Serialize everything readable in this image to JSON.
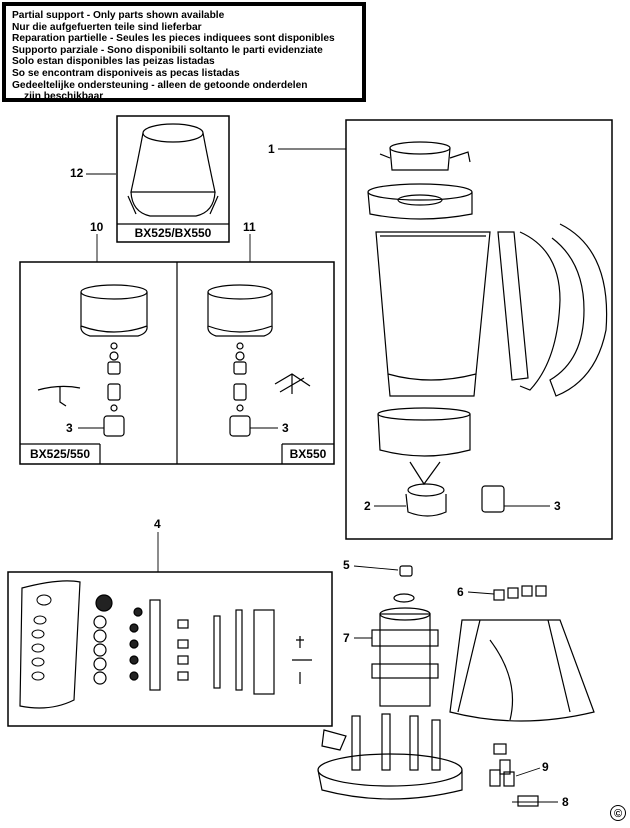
{
  "notice": {
    "lines": [
      "Partial support - Only parts shown available",
      "Nur die aufgefuerten teile sind lieferbar",
      "Reparation partielle - Seules les pieces indiquees sont disponibles",
      "Supporto parziale - Sono disponibili soltanto le parti evidenziate",
      "Solo estan disponibles las peizas listadas",
      "So se encontram disponiveis as pecas listadas",
      "Gedeeltelijke ondersteuning - alleen de getoonde onderdelen",
      "zijn beschikbaar"
    ]
  },
  "captions": {
    "box12": "BX525/BX550",
    "box10": "BX525/550",
    "box11": "BX550"
  },
  "labels": {
    "p1": "1",
    "p2": "2",
    "p3a": "3",
    "p3b": "3",
    "p3c": "3",
    "p4": "4",
    "p5": "5",
    "p6": "6",
    "p7": "7",
    "p8": "8",
    "p9": "9",
    "p10": "10",
    "p11": "11",
    "p12": "12"
  },
  "copyright": "©"
}
